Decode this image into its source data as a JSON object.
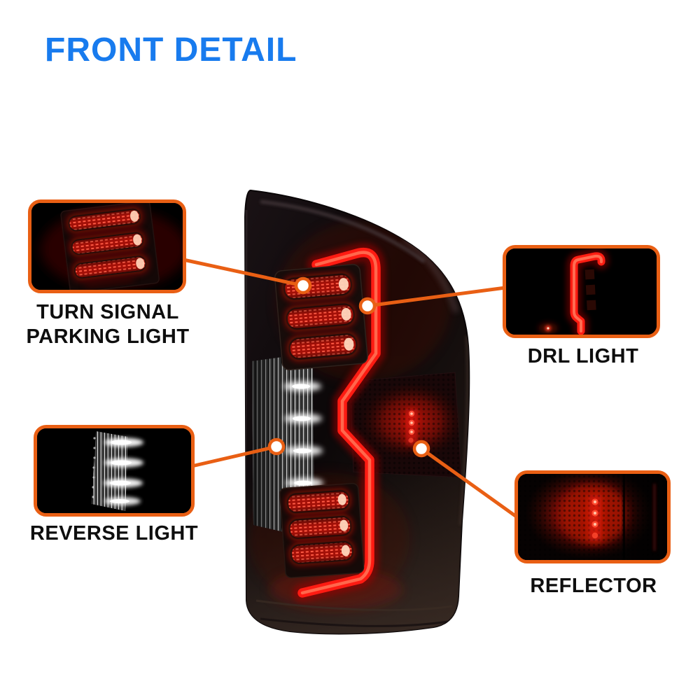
{
  "page": {
    "title": "FRONT DETAIL",
    "background": "#ffffff"
  },
  "style": {
    "accent_orange": "#e95f14",
    "title_blue": "#187bee",
    "label_color": "#0e0e0e",
    "lamp_led_red": "#fe1d12",
    "reverse_white": "#ffffff"
  },
  "callouts": [
    {
      "id": "turn-signal-parking-light",
      "label": "TURN SIGNAL\nPARKING LIGHT"
    },
    {
      "id": "drl-light",
      "label": "DRL LIGHT"
    },
    {
      "id": "reverse-light",
      "label": "REVERSE LIGHT"
    },
    {
      "id": "reflector",
      "label": "REFLECTOR"
    }
  ]
}
